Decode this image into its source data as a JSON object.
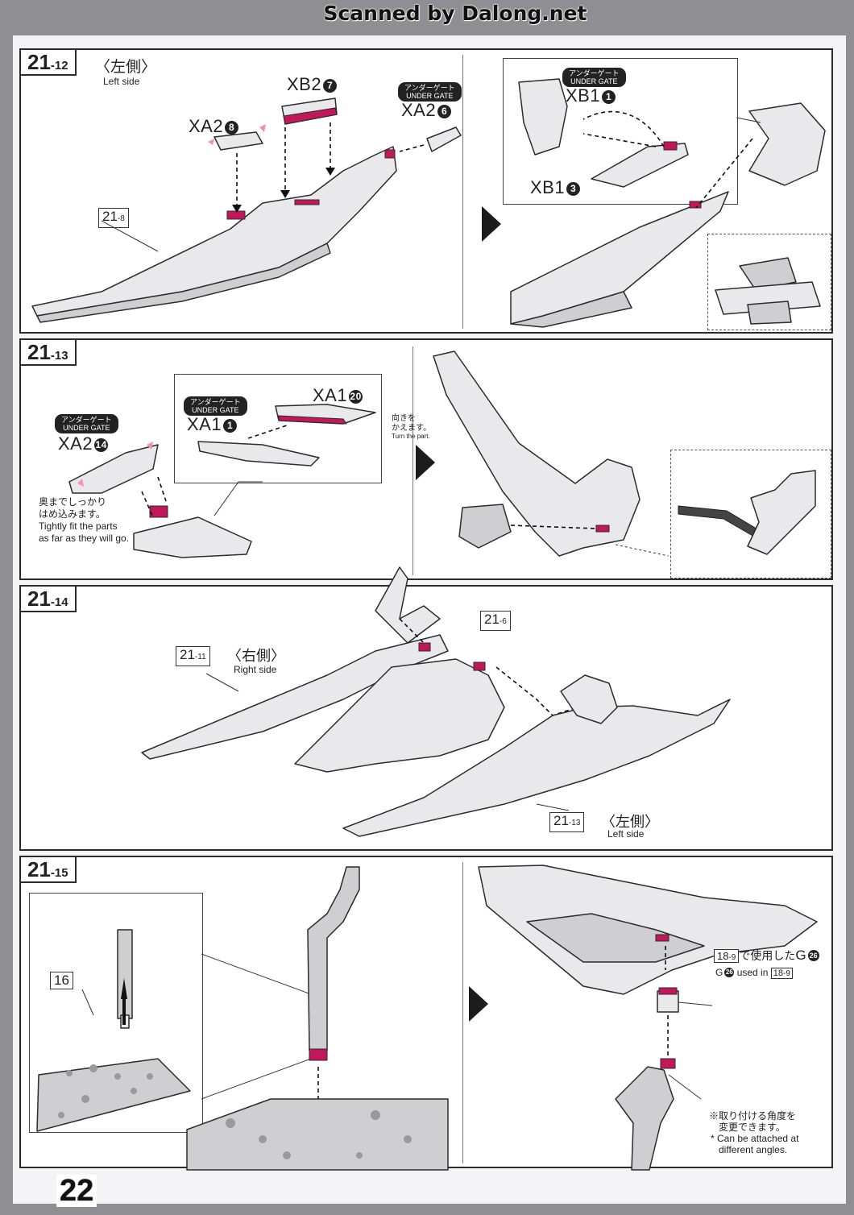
{
  "header": {
    "scan_title": "Scanned by Dalong.net"
  },
  "page_number": "22",
  "gate": {
    "jp": "アンダーゲート",
    "en": "UNDER GATE"
  },
  "step_21_12": {
    "step_main": "21",
    "step_sub": "-12",
    "side_jp": "〈左側〉",
    "side_en": "Left side",
    "parts": [
      {
        "name": "XA2",
        "num": "8"
      },
      {
        "name": "XB2",
        "num": "7"
      },
      {
        "name": "XA2",
        "num": "6"
      },
      {
        "name": "XB1",
        "num": "1"
      },
      {
        "name": "XB1",
        "num": "3"
      }
    ],
    "ref_main": "21",
    "ref_sub": "-8"
  },
  "step_21_13": {
    "step_main": "21",
    "step_sub": "-13",
    "parts": [
      {
        "name": "XA2",
        "num": "14"
      },
      {
        "name": "XA1",
        "num": "1"
      },
      {
        "name": "XA1",
        "num": "20"
      }
    ],
    "note_fit_jp": [
      "奥までしっかり",
      "はめ込みます。"
    ],
    "note_fit_en": [
      "Tightly fit the parts",
      "as far as they will go."
    ],
    "note_turn_jp": [
      "向きを",
      "かえます。"
    ],
    "note_turn_en": "Turn the part."
  },
  "step_21_14": {
    "step_main": "21",
    "step_sub": "-14",
    "ref_right_main": "21",
    "ref_right_sub": "-11",
    "right_jp": "〈右側〉",
    "right_en": "Right side",
    "ref_center_main": "21",
    "ref_center_sub": "-6",
    "ref_left_main": "21",
    "ref_left_sub": "-13",
    "left_jp": "〈左側〉",
    "left_en": "Left side"
  },
  "step_21_15": {
    "step_main": "21",
    "step_sub": "-15",
    "ref_16": "16",
    "ref_18_main": "18",
    "ref_18_sub": "-9",
    "used_jp_suffix": "で使用した",
    "g_part": "G",
    "g_num": "26",
    "used_en": "used in",
    "note_angle_jp": [
      "※取り付ける角度を",
      "変更できます。"
    ],
    "note_angle_en": [
      "* Can be attached at",
      "different angles."
    ]
  },
  "colors": {
    "accent": "#c2185b",
    "line": "#2c2c2c",
    "paper": "#ffffff",
    "scan_bg": "#8f8f93"
  },
  "icons": [
    "direction-arrow-icon",
    "insert-arrow-icon"
  ]
}
